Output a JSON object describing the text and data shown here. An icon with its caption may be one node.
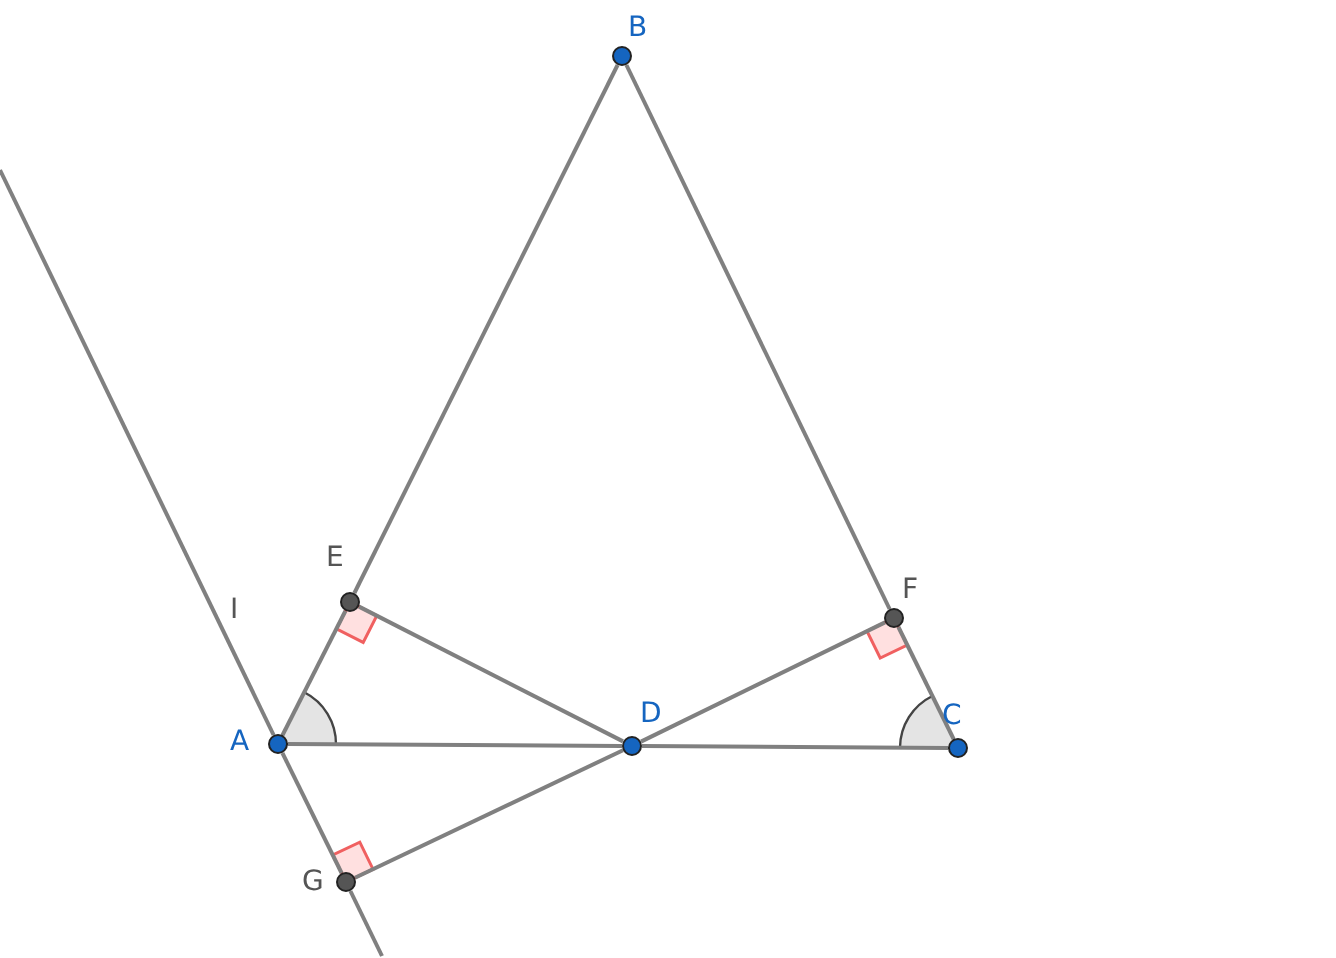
{
  "diagram": {
    "nodes": [
      {
        "text": [
          "B"
        ]
      },
      {
        "text": [
          "E"
        ]
      },
      {
        "text": [
          "F"
        ]
      },
      {
        "text": [
          "A"
        ]
      },
      {
        "text": [
          "D"
        ]
      },
      {
        "text": [
          "C"
        ]
      },
      {
        "text": [
          "G"
        ]
      }
    ],
    "edges": [
      {
        "from": 3,
        "to": 1,
        "arrow": "none"
      },
      {
        "from": 1,
        "to": 0,
        "arrow": "none"
      },
      {
        "from": 0,
        "to": 2,
        "arrow": "none"
      },
      {
        "from": 2,
        "to": 5,
        "arrow": "none"
      },
      {
        "from": 3,
        "to": 4,
        "arrow": "none"
      },
      {
        "from": 4,
        "to": 5,
        "arrow": "none"
      },
      {
        "from": 1,
        "to": 4,
        "arrow": "none"
      },
      {
        "from": 2,
        "to": 4,
        "arrow": "none"
      },
      {
        "from": 4,
        "to": 6,
        "arrow": "none"
      },
      {
        "from": null,
        "to": 3,
        "arrow": "none"
      },
      {
        "from": 3,
        "to": 6,
        "arrow": "none"
      },
      {
        "from": 6,
        "to": null,
        "arrow": "none"
      }
    ],
    "labels": [
      "I"
    ]
  }
}
